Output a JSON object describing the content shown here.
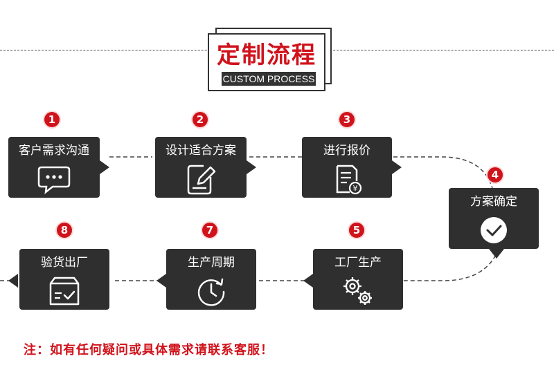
{
  "title": {
    "cn": "定制流程",
    "en": "CUSTOM PROCESS"
  },
  "steps": [
    {
      "number": "1",
      "label": "客户需求沟通",
      "icon": "chat-icon"
    },
    {
      "number": "2",
      "label": "设计适合方案",
      "icon": "edit-icon"
    },
    {
      "number": "3",
      "label": "进行报价",
      "icon": "quote-icon"
    },
    {
      "number": "4",
      "label": "方案确定",
      "icon": "check-icon"
    },
    {
      "number": "5",
      "label": "工厂生产",
      "icon": "gears-icon"
    },
    {
      "number": "7",
      "label": "生产周期",
      "icon": "clock-icon"
    },
    {
      "number": "8",
      "label": "验货出厂",
      "icon": "box-check-icon"
    }
  ],
  "footnote": "注：如有任何疑问或具体需求请联系客服！",
  "colors": {
    "accent": "#d0121b",
    "box": "#2f2f2f"
  }
}
